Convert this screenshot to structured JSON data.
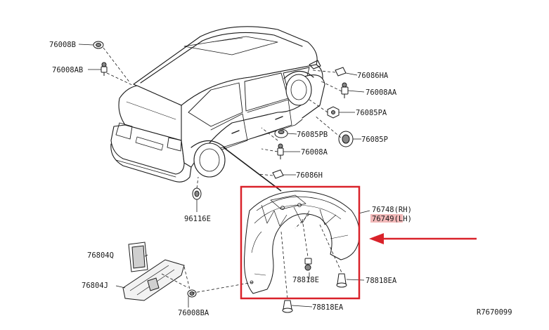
{
  "colors": {
    "highlight_box": "#d9222a",
    "arrow": "#d9222a",
    "label_highlight": "#f2b8b8",
    "line_art": "#1a1a1a"
  },
  "labels": {
    "p76008B": "76008B",
    "p76008AB": "76008AB",
    "p76086HA": "76086HA",
    "p76008AA": "76008AA",
    "p76085PA": "76085PA",
    "p76085PB": "76085PB",
    "p76085P": "76085P",
    "p76008A": "76008A",
    "p76086H": "76086H",
    "p96116E": "96116E",
    "p76748": "76748(RH)",
    "p76749": "76749(LH)",
    "p76804Q": "76804Q",
    "p76804J": "76804J",
    "p78818E": "78818E",
    "p78818EA_right": "78818EA",
    "p78818EA_bottom": "78818EA",
    "p76008BA": "76008BA",
    "diagram_code": "R7670099"
  }
}
